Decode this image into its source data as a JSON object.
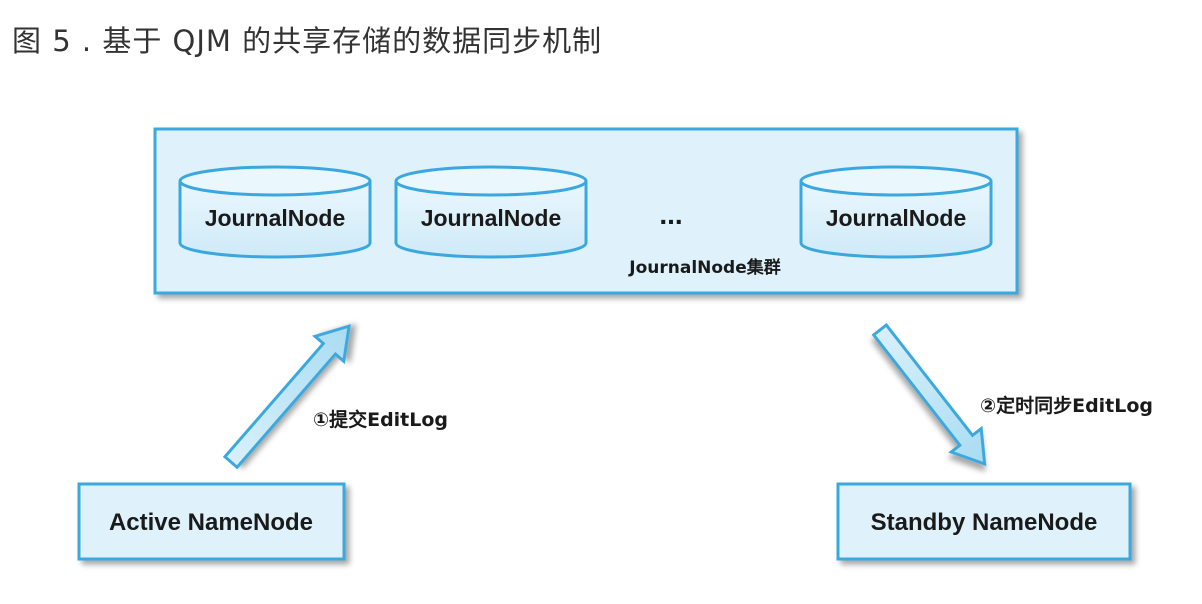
{
  "caption": "图 5 . 基于 QJM 的共享存储的数据同步机制",
  "cluster": {
    "label": "JournalNode集群",
    "nodes": [
      "JournalNode",
      "JournalNode",
      "JournalNode"
    ],
    "ellipsis": "..."
  },
  "active_namenode": "Active NameNode",
  "standby_namenode": "Standby NameNode",
  "edges": {
    "submit_label": "①提交EditLog",
    "sync_label": "②定时同步EditLog"
  },
  "colors": {
    "box_fill": "#dff2fc",
    "box_stroke": "#3aa8de",
    "cylinder_fill": "#dff2fc",
    "arrow_fill": "#bfe6f6"
  }
}
